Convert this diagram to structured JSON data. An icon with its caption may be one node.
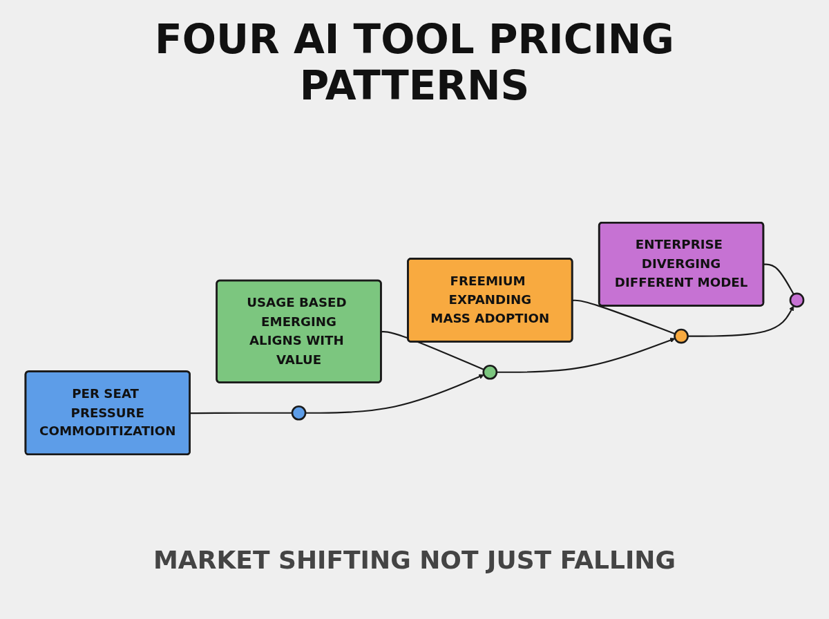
{
  "diagram": {
    "title": "FOUR AI TOOL PRICING PATTERNS",
    "caption": "MARKET SHIFTING NOT JUST FALLING",
    "nodes": [
      {
        "text": [
          "PER SEAT PRESSURE",
          "COMMODITIZATION"
        ]
      },
      {
        "text": [
          "USAGE BASED EMERGING",
          "ALIGNS WITH VALUE"
        ]
      },
      {
        "text": [
          "FREEMIUM EXPANDING",
          "MASS ADOPTION"
        ]
      },
      {
        "text": [
          "ENTERPRISE DIVERGING",
          "DIFFERENT MODEL"
        ]
      },
      {
        "text": [],
        "shape": "circle"
      },
      {
        "text": [],
        "shape": "circle"
      },
      {
        "text": [],
        "shape": "circle"
      },
      {
        "text": [],
        "shape": "circle"
      }
    ],
    "edges": [
      {
        "from": 0,
        "to": 4,
        "arrow": "none"
      },
      {
        "from": 1,
        "to": 5,
        "arrow": "none"
      },
      {
        "from": 2,
        "to": 6,
        "arrow": "none"
      },
      {
        "from": 3,
        "to": 7,
        "arrow": "none"
      },
      {
        "from": 4,
        "to": 5,
        "arrow": "to"
      },
      {
        "from": 5,
        "to": 6,
        "arrow": "to"
      },
      {
        "from": 6,
        "to": 7,
        "arrow": "to"
      }
    ]
  }
}
